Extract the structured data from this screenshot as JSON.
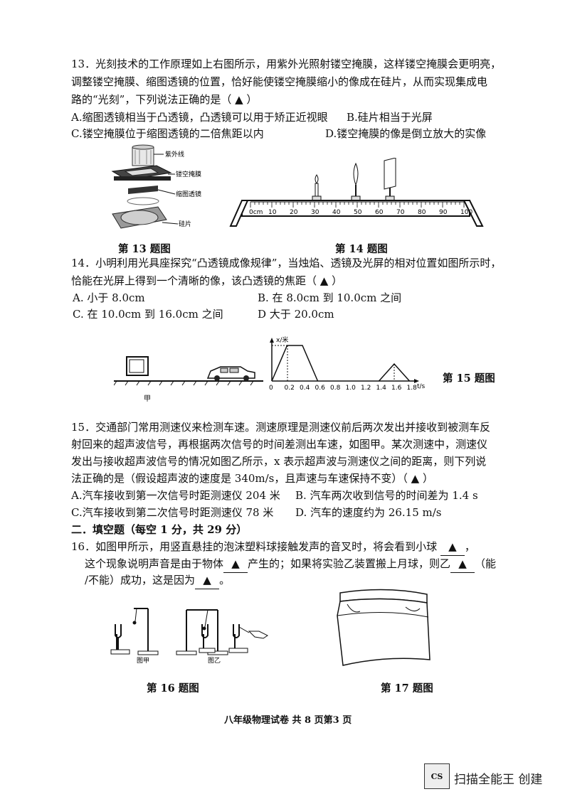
{
  "q13": {
    "line1": "13．光刻技术的工作原理如上右图所示，用紫外光照射镂空掩膜，这样镂空掩膜会更明亮，",
    "line2": "调整镂空掩膜、缩图透镜的位置，恰好能使镂空掩膜缩小的像成在硅片，从而实现集成电",
    "line3": "路的“光刻”，下列说法正确的是（ ▲ ）",
    "opt_a": "A.缩图透镜相当于凸透镜，凸透镜可以用于矫正近视眼",
    "opt_b": "B.硅片相当于光屏",
    "opt_c": "C.镂空掩膜位于缩图透镜的二倍焦距以内",
    "opt_d": "D.镂空掩膜的像是倒立放大的实像",
    "fig_labels": [
      "紫外线",
      "镂空掩膜",
      "缩图透镜",
      "硅片"
    ],
    "caption": "第 13 题图"
  },
  "q14": {
    "line1": "14．小明利用光具座探究“凸透镜成像规律”，当烛焰、透镜及光屏的相对位置如图所示时，",
    "line2": "恰能在光屏上得到一个清晰的像，该凸透镜的焦距（ ▲ ）",
    "opt_a": "A. 小于 8.0cm",
    "opt_b": "B. 在 8.0cm 到 10.0cm 之间",
    "opt_c": "C. 在 10.0cm 到 16.0cm 之间",
    "opt_d": "D  大于 20.0cm",
    "ruler_ticks": [
      "0cm",
      "10",
      "20",
      "30",
      "40",
      "50",
      "60",
      "70",
      "80",
      "90",
      "100"
    ],
    "caption": "第 14 题图"
  },
  "q15": {
    "fig_label_jia": "甲",
    "y_axis_label": "x/米",
    "x_axis_label": "t/s",
    "x_ticks": [
      "0",
      "0.2",
      "0.4",
      "0.6",
      "0.8",
      "1.0",
      "1.2",
      "1.4",
      "1.6",
      "1.8"
    ],
    "caption": "第 15 题图",
    "line1": "15．交通部门常用测速仪来检测车速。测速原理是测速仪前后两次发出并接收到被测车反",
    "line2": "射回来的超声波信号，再根据两次信号的时间差测出车速，如图甲。某次测速中，测速仪",
    "line3": "发出与接收超声波信号的情况如图乙所示，x 表示超声波与测速仪之间的距离，则下列说",
    "line4": "法正确的是（假设超声波的速度是 340m/s，且声速与车速保持不变）（ ▲ ）",
    "opt_a": "A.汽车接收到第一次信号时距测速仪 204 米",
    "opt_b": "B. 汽车两次收到信号的时间差为 1.4 s",
    "opt_c": "C.汽车接收到第二次信号时距测速仪 78 米",
    "opt_d": "D. 汽车的速度约为 26.15 m/s"
  },
  "section2": {
    "title": "二．填空题（每空 1 分，共 29 分）"
  },
  "q16": {
    "line1_a": "16．如图甲所示，用竖直悬挂的泡沫塑料球接触发声的音叉时，将会看到小球 ",
    "line1_b": "，",
    "line2_a": "这个现象说明声音是由于物体",
    "line2_b": "产生的；如果将实验乙装置搬上月球，则乙",
    "line2_c": "（能",
    "line3_a": "/不能）成功，这是因为",
    "line3_b": "。",
    "blank": "▲",
    "fig_label_jia": "图甲",
    "fig_label_yi": "图乙",
    "caption": "第 16 题图"
  },
  "q17": {
    "caption": "第 17 题图"
  },
  "footer": "八年级物理试卷  共 8 页第3  页",
  "watermark": {
    "text": "扫描全能王  创建",
    "logo_text": "CS"
  }
}
